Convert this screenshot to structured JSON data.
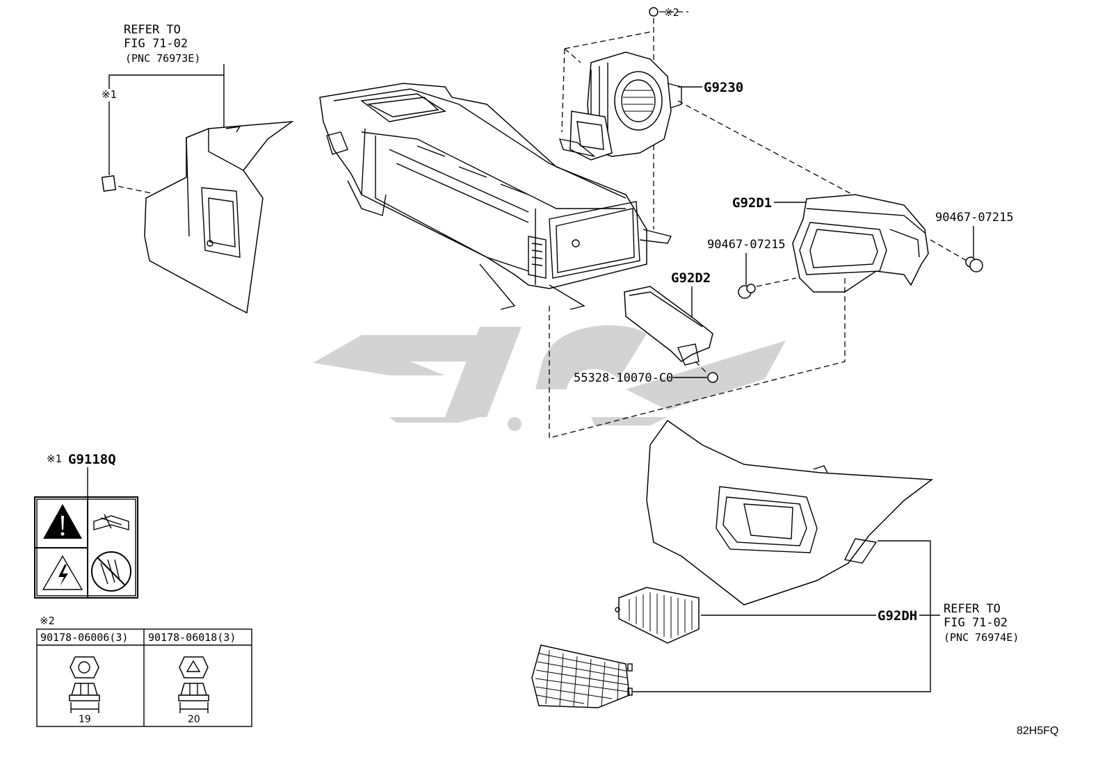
{
  "refer_top_left": {
    "line1": "REFER TO",
    "line2": "FIG 71-02",
    "line3": "(PNC 76973E)"
  },
  "refer_bottom_right": {
    "line1": "REFER TO",
    "line2": "FIG 71-02",
    "line3": "(PNC 76974E)"
  },
  "markers": {
    "note1": "※1",
    "note2": "※2"
  },
  "parts": {
    "blower": "G9230",
    "duct_upper": "G92D1",
    "duct_lower": "G92D2",
    "filter": "G92DH",
    "label": "G9118Q",
    "clip_left": "90467-07215",
    "clip_right": "90467-07215",
    "screw": "55328-10070-C0"
  },
  "nut_table": {
    "title": "※2",
    "columns": [
      {
        "part": "90178-06006(3)",
        "size": "19"
      },
      {
        "part": "90178-06018(3)",
        "size": "20"
      }
    ]
  },
  "diagram_code": "82H5FQ",
  "colors": {
    "line": "#000000",
    "watermark": "#cfcfcf"
  },
  "icons": [
    "warning-triangle-icon",
    "manual-icon",
    "high-voltage-icon",
    "no-touch-icon"
  ]
}
